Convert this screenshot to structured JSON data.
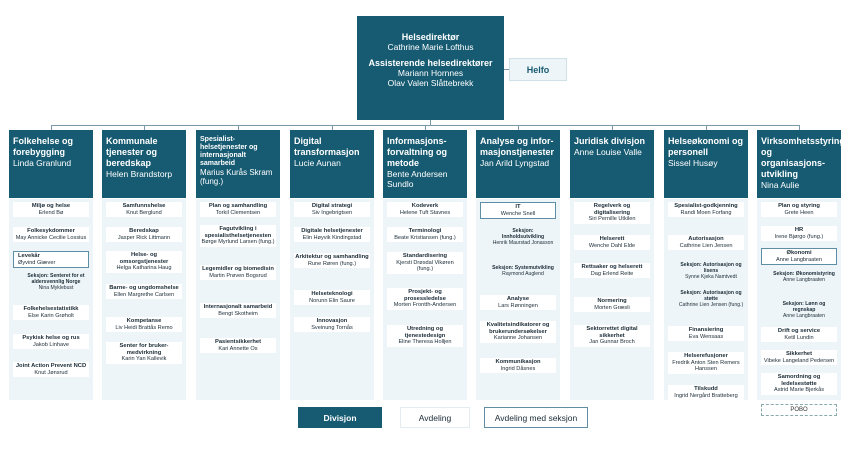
{
  "top": {
    "title": "Helsedirektør",
    "name": "Cathrine Marie Lofthus",
    "assistant_title": "Assisterende helsedirektører",
    "assistant_1": "Mariann Hornnes",
    "assistant_2": "Olav Valen Slåttebrekk"
  },
  "helfo": "Helfo",
  "divisions": [
    {
      "name": "Folkehelse og forebygging",
      "leader": "Linda Granlund",
      "units": [
        {
          "name": "Miljø og helse",
          "leader": "Erlend Bø"
        },
        {
          "name": "Folkesykdommer",
          "leader": "May Annicke Cecilie Lossius"
        },
        {
          "name": "Levekår",
          "leader": "Øyvind Giæver",
          "sek": true,
          "sections": [
            {
              "name": "Seksjon: Senteret for et aldersvennlig Norge",
              "leader": "Nina Myklebust"
            }
          ]
        },
        {
          "name": "Folkehelsestatistikk",
          "leader": "Else Karin Grøholt"
        },
        {
          "name": "Psykisk helse og rus",
          "leader": "Jakob Linhave"
        },
        {
          "name": "Joint Action Prevent NCD",
          "leader": "Knut Jønsrud"
        }
      ]
    },
    {
      "name": "Kommunale tjenester og beredskap",
      "leader": "Helen Brandstorp",
      "units": [
        {
          "name": "Samfunnshelse",
          "leader": "Knut Berglund"
        },
        {
          "name": "Beredskap",
          "leader": "Jasper Rick Littmann"
        },
        {
          "name": "Helse- og omsorgstjenester",
          "leader": "Helga Katharina Haug"
        },
        {
          "name": "Barne- og ungdomshelse",
          "leader": "Ellen Margrethe Carlsen"
        },
        {
          "name": "Kompetanse",
          "leader": "Liv Heidi Brattås Remo"
        },
        {
          "name": "Senter for bruker-medvirkning",
          "leader": "Karin Yan Kallevik"
        }
      ]
    },
    {
      "name": "Spesialist-helsetjenester og internasjonalt samarbeid",
      "leader": "Marius Kurås Skram (fung.)",
      "units": [
        {
          "name": "Plan og samhandling",
          "leader": "Torkil Clementsen"
        },
        {
          "name": "Fagutvikling i spesialisthelsetjenesten",
          "leader": "Børge Myrlund Larsen (fung.)"
        },
        {
          "name": "Legemidler og biomedisin",
          "leader": "Martin Prøven Bogsrud"
        },
        {
          "name": "Internasjonalt samarbeid",
          "leader": "Bengt Skotheim"
        },
        {
          "name": "Pasientsikkerhet",
          "leader": "Kari Annette Os"
        }
      ]
    },
    {
      "name": "Digital transformasjon",
      "leader": "Lucie Aunan",
      "units": [
        {
          "name": "Digital strategi",
          "leader": "Siv Ingebrigtsen"
        },
        {
          "name": "Digitale helsetjenester",
          "leader": "Elin Høyvik Kindingstad"
        },
        {
          "name": "Arkitektur og samhandling",
          "leader": "Rune Røren (fung.)"
        },
        {
          "name": "Helseteknologi",
          "leader": "Norunn Elin Saure"
        },
        {
          "name": "Innovasjon",
          "leader": "Sveinung Tornås"
        }
      ]
    },
    {
      "name": "Informasjons-forvaltning og metode",
      "leader": "Bente Andersen Sundlo",
      "units": [
        {
          "name": "Kodeverk",
          "leader": "Helene Tuft Stavnes"
        },
        {
          "name": "Terminologi",
          "leader": "Beate Kristiansen (fung.)"
        },
        {
          "name": "Standardisering",
          "leader": "Kjersti Drøsdal Vikøren (fung.)"
        },
        {
          "name": "Prosjekt- og prosessledelse",
          "leader": "Morten Frontth-Andersen"
        },
        {
          "name": "Utredning og tjenestedesign",
          "leader": "Eline Theresa Holljen"
        }
      ]
    },
    {
      "name": "Analyse og infor-masjonstjenester",
      "leader": "Jan Arild Lyngstad",
      "units": [
        {
          "name": "IT",
          "leader": "Wenche Snell",
          "sek": true,
          "sections": [
            {
              "name": "Seksjon: Innholdsutvikling",
              "leader": "Henrik Maurstad Jonasson"
            },
            {
              "name": "Seksjon: Systemutvikling",
              "leader": "Raymond Auglend"
            }
          ]
        },
        {
          "name": "Analyse",
          "leader": "Lars Rønningen"
        },
        {
          "name": "Kvalitetsindikatorer og brukerundersøkelser",
          "leader": "Karianne Johansen"
        },
        {
          "name": "Kommunikasjon",
          "leader": "Ingrid Dåsnes"
        }
      ]
    },
    {
      "name": "Juridisk divisjon",
      "leader": "Anne Louise Valle",
      "units": [
        {
          "name": "Regelverk og digitalisering",
          "leader": "Siri Pernille Utkilen"
        },
        {
          "name": "Helserett",
          "leader": "Wenche Dahl Elde"
        },
        {
          "name": "Rettsaker og helserett",
          "leader": "Dag Erlend Reite"
        },
        {
          "name": "Normering",
          "leader": "Morten Græsli"
        },
        {
          "name": "Sektorrettet digital sikkerhet",
          "leader": "Jan Gunnar Broch"
        }
      ]
    },
    {
      "name": "Helseøkonomi og personell",
      "leader": "Sissel Husøy",
      "units": [
        {
          "name": "Spesialist-godkjenning",
          "leader": "Randi Moen Forfang"
        },
        {
          "name": "Autorisasjon",
          "leader": "Cathrine Lien Jensen",
          "sections": [
            {
              "name": "Seksjon: Autorisasjon og lisens",
              "leader": "Synne Kjeka Namtvedt"
            },
            {
              "name": "Seksjon: Autorisasjon og støtte",
              "leader": "Cathrine Lien Jensen (fung.)"
            }
          ]
        },
        {
          "name": "Finansiering",
          "leader": "Eva Wensaas"
        },
        {
          "name": "Helserefusjoner",
          "leader": "Fredrik Anton Sten Remers Hanssen"
        },
        {
          "name": "Tilskudd",
          "leader": "Ingrid Nergård Bratteberg"
        }
      ]
    },
    {
      "name": "Virksomhetsstyring og organisasjons-utvikling",
      "leader": "Nina Aulie",
      "units": [
        {
          "name": "Plan og styring",
          "leader": "Grete Heen"
        },
        {
          "name": "HR",
          "leader": "Irene Bjørgo (fung.)"
        },
        {
          "name": "Økonomi",
          "leader": "Anne Langbraaten",
          "sek": true,
          "sections": [
            {
              "name": "Seksjon: Økonomistyring",
              "leader": "Anne Langbraaten"
            },
            {
              "name": "Seksjon: Lønn og regnskap",
              "leader": "Anne Langbraaten"
            }
          ]
        },
        {
          "name": "Drift og service",
          "leader": "Ketil Lundin"
        },
        {
          "name": "Sikkerhet",
          "leader": "Vibeke Langeland Pedersen"
        },
        {
          "name": "Samordning og ledelsestøtte",
          "leader": "Astrid Marie Bjerkås"
        }
      ]
    }
  ],
  "pobo": "POBO",
  "legend": {
    "division": "Divisjon",
    "department": "Avdeling",
    "department_with_section": "Avdeling med seksjon"
  },
  "colors": {
    "division": "#175b72",
    "column_bg": "#eef5f8",
    "line": "#7a98a8",
    "section_border": "#5e8ea4"
  }
}
